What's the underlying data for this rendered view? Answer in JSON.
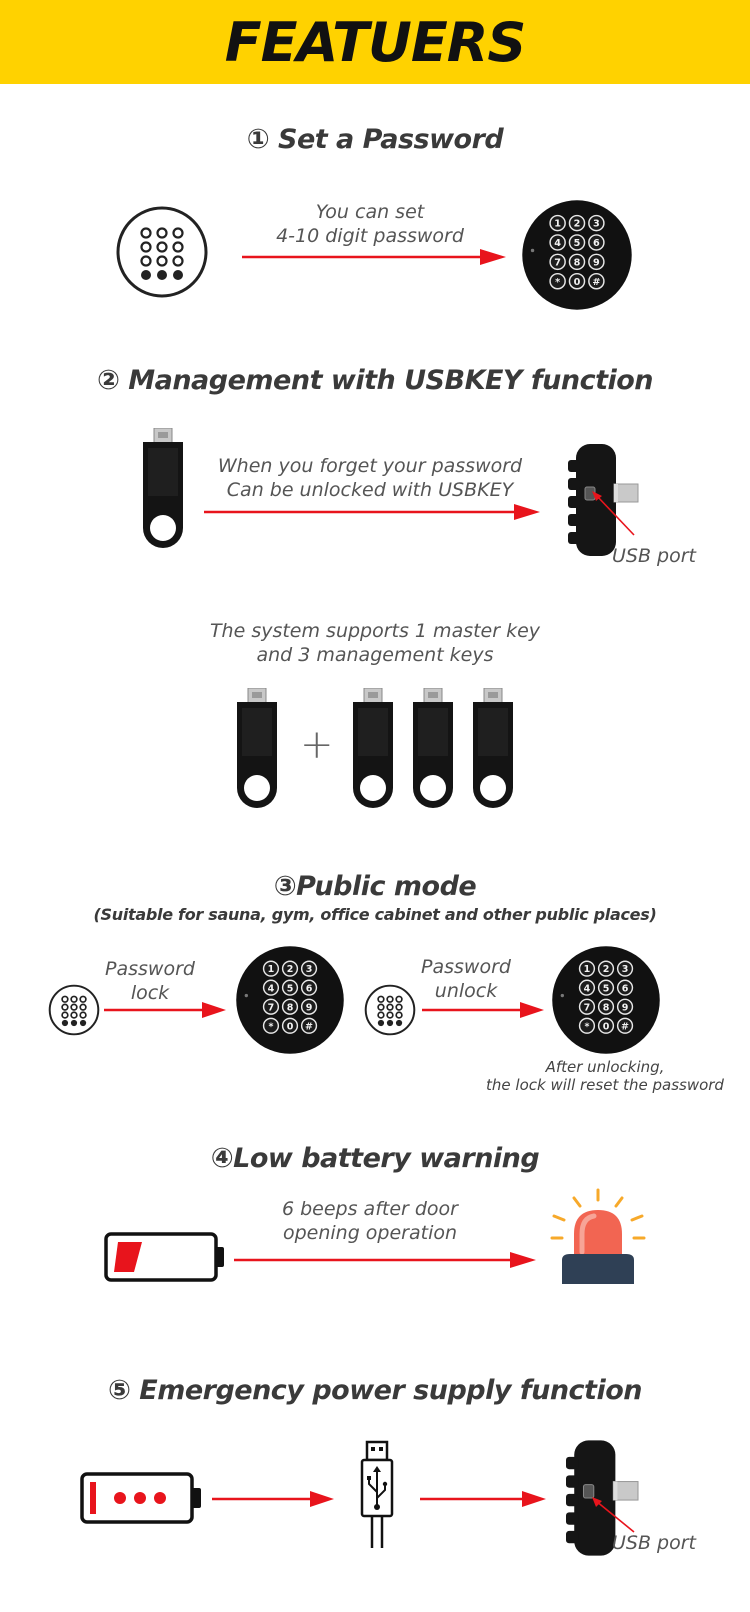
{
  "banner": {
    "title": "FEATUERS"
  },
  "sections": {
    "password": {
      "title": "① Set a Password",
      "caption_1": "You can set",
      "caption_2": "4-10 digit password"
    },
    "usbkey": {
      "title": "② Management with USBKEY function",
      "caption_1": "When you forget your password",
      "caption_2": "Can be unlocked with USBKEY",
      "port_label": "USB port",
      "keys_caption_1": "The system supports 1 master key",
      "keys_caption_2": "and 3 management keys",
      "plus": "+"
    },
    "public_mode": {
      "title": "③Public mode",
      "subtitle": "(Suitable for sauna, gym, office cabinet and other public places)",
      "lock_1": "Password",
      "lock_2": "lock",
      "unlock_1": "Password",
      "unlock_2": "unlock",
      "note_1": "After unlocking,",
      "note_2": "the lock will reset the password"
    },
    "battery": {
      "title": "④Low battery warning",
      "caption_1": "6 beeps after door",
      "caption_2": "opening operation"
    },
    "emergency": {
      "title": "⑤ Emergency power supply function",
      "port_label": "USB port"
    }
  },
  "keypad_keys": [
    "1",
    "2",
    "3",
    "4",
    "5",
    "6",
    "7",
    "8",
    "9",
    "*",
    "0",
    "#"
  ],
  "colors": {
    "banner": "#ffd200",
    "arrow": "#e8141c",
    "lock_body": "#111111",
    "battery_low": "#e8141c"
  }
}
